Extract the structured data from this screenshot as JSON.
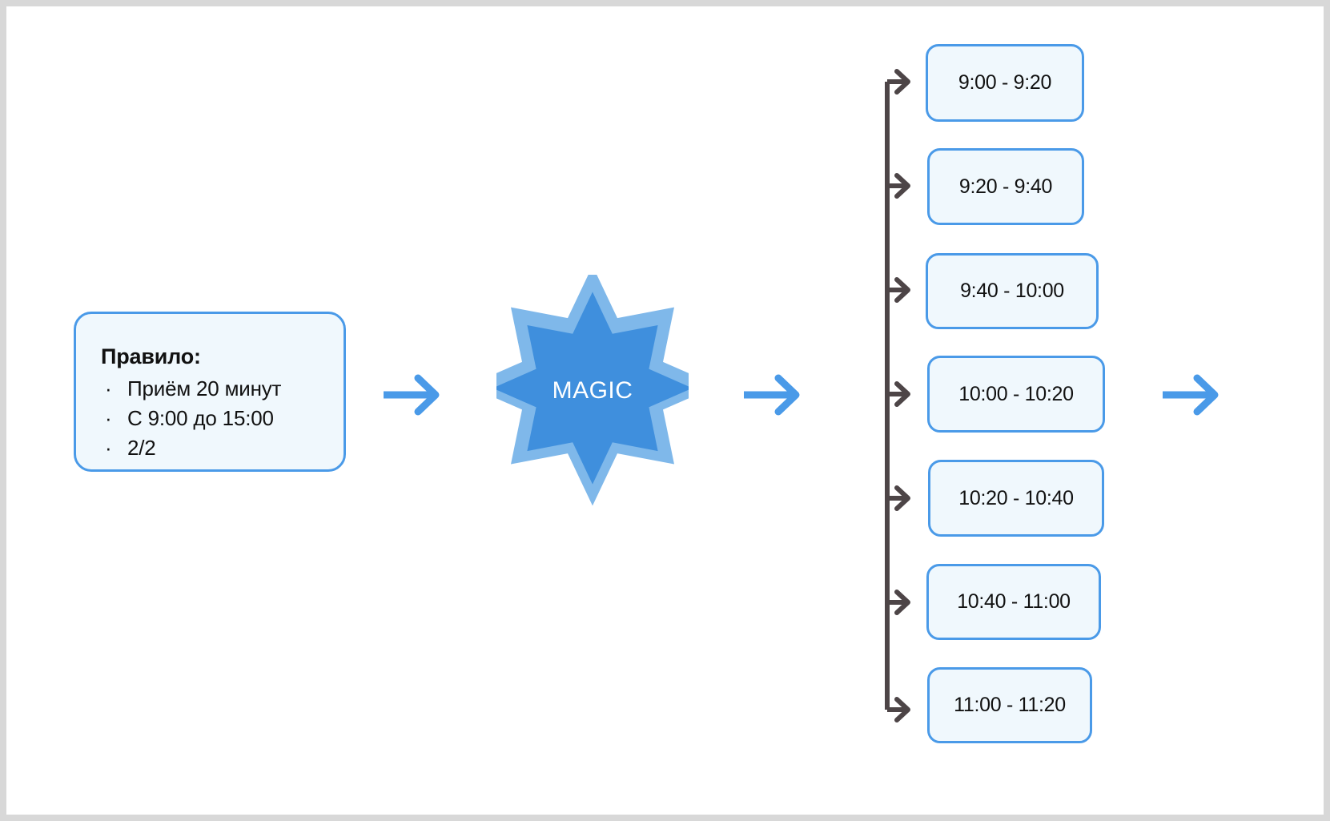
{
  "canvas": {
    "background": "#ffffff",
    "frame_color": "#d8d8d8"
  },
  "colors": {
    "accent_blue": "#4a9ae8",
    "card_fill": "#f0f8fd",
    "star_outer": "#7fb8ea",
    "star_inner": "#3f8fdd",
    "connector_dark": "#4d4547",
    "text": "#111111"
  },
  "rule_card": {
    "title": "Правило:",
    "bullet_glyph": "·",
    "items": [
      "Приём 20 минут",
      "С 9:00 до 15:00",
      "2/2"
    ]
  },
  "magic": {
    "label": "MAGIC",
    "points": 8
  },
  "arrows": {
    "rule_to_magic": "arrow-right",
    "magic_to_slots": "arrow-right",
    "slots_to_next": "arrow-right",
    "branch_arrow": "arrow-right"
  },
  "slots": [
    {
      "label": "9:00 - 9:20"
    },
    {
      "label": "9:20 - 9:40"
    },
    {
      "label": "9:40 - 10:00"
    },
    {
      "label": "10:00 - 10:20"
    },
    {
      "label": "10:20 - 10:40"
    },
    {
      "label": "10:40 - 11:00"
    },
    {
      "label": "11:00 - 11:20"
    }
  ]
}
